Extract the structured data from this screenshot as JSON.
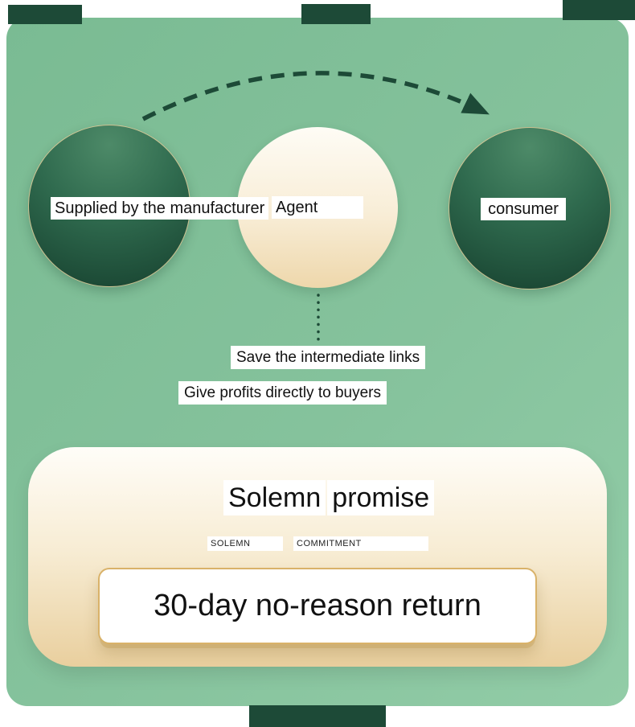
{
  "colors": {
    "dark_green": "#1d4a37",
    "background_green_start": "#7abb93",
    "background_green_end": "#92cca7",
    "gold_border": "#d9b269",
    "cream_circle": "#eed7ab"
  },
  "flow": {
    "nodes": [
      {
        "id": "manufacturer",
        "label": "Supplied by the manufacturer"
      },
      {
        "id": "agent",
        "label": "Agent"
      },
      {
        "id": "consumer",
        "label": "consumer"
      }
    ],
    "notes": [
      "Save the intermediate links",
      "Give profits directly to buyers"
    ]
  },
  "promise": {
    "title_left": "Solemn",
    "title_right": "promise",
    "tag_left": "SOLEMN",
    "tag_right": "COMMITMENT",
    "badge": "30-day no-reason return"
  }
}
